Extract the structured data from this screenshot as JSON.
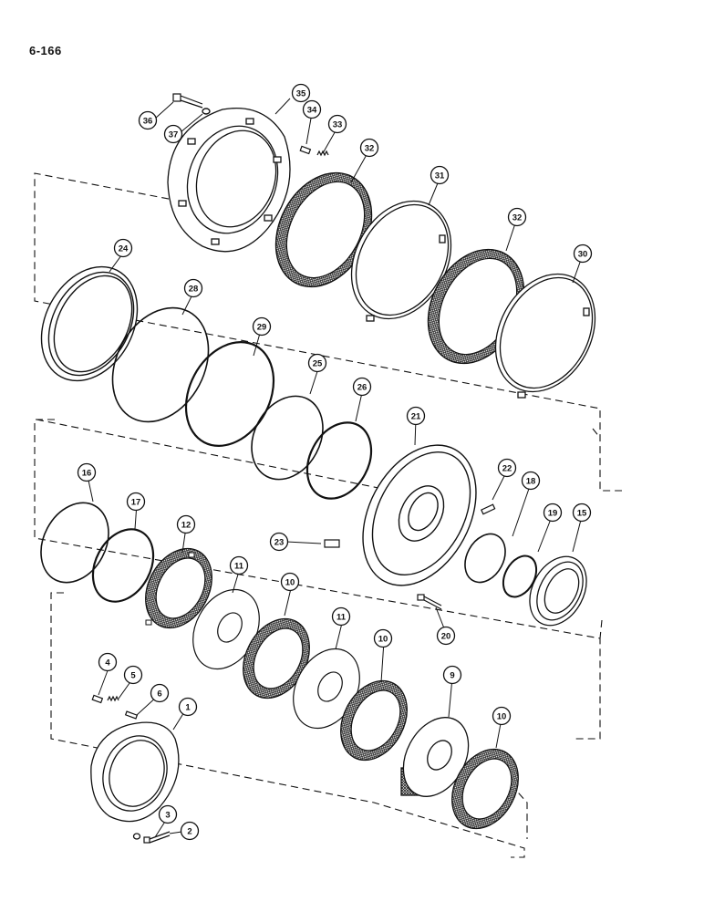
{
  "page": {
    "number": "6-166"
  },
  "callouts": [
    "1",
    "2",
    "3",
    "4",
    "5",
    "6",
    "9",
    "10",
    "10",
    "10",
    "11",
    "11",
    "12",
    "15",
    "16",
    "17",
    "18",
    "19",
    "20",
    "21",
    "22",
    "23",
    "24",
    "25",
    "26",
    "28",
    "29",
    "30",
    "31",
    "32",
    "32",
    "33",
    "34",
    "35",
    "36",
    "37"
  ],
  "colors": {
    "ink": "#111111",
    "friction": "#333333"
  }
}
